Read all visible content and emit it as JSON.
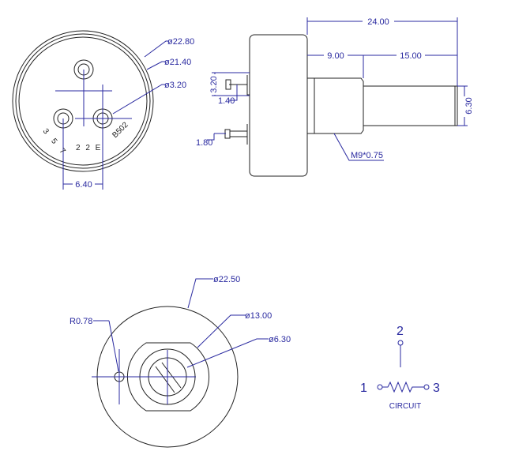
{
  "front_view": {
    "dims": {
      "outer_dia": "ø22.80",
      "inner_dia": "ø21.40",
      "pin_dia": "ø3.20",
      "pin_spacing": "6.40"
    },
    "markings": {
      "code1": "3 5 7",
      "code2": "2 2 E",
      "code3": "B502"
    }
  },
  "side_view": {
    "dims": {
      "total_length": "24.00",
      "thread_length": "9.00",
      "shaft_length": "15.00",
      "shaft_dia": "6.30",
      "pin_offset": "3.20",
      "pin_width": "1.40",
      "pin_dia": "1.80",
      "thread": "M9*0.75"
    }
  },
  "rear_view": {
    "dims": {
      "outer_dia": "ø22.50",
      "radius": "R0.78",
      "bushing_dia": "ø13.00",
      "shaft_dia": "ø6.30"
    }
  },
  "circuit": {
    "label": "CIRCUIT",
    "pin1": "1",
    "pin2": "2",
    "pin3": "3"
  },
  "colors": {
    "dimension": "#2a2aa0",
    "outline": "#222222"
  }
}
